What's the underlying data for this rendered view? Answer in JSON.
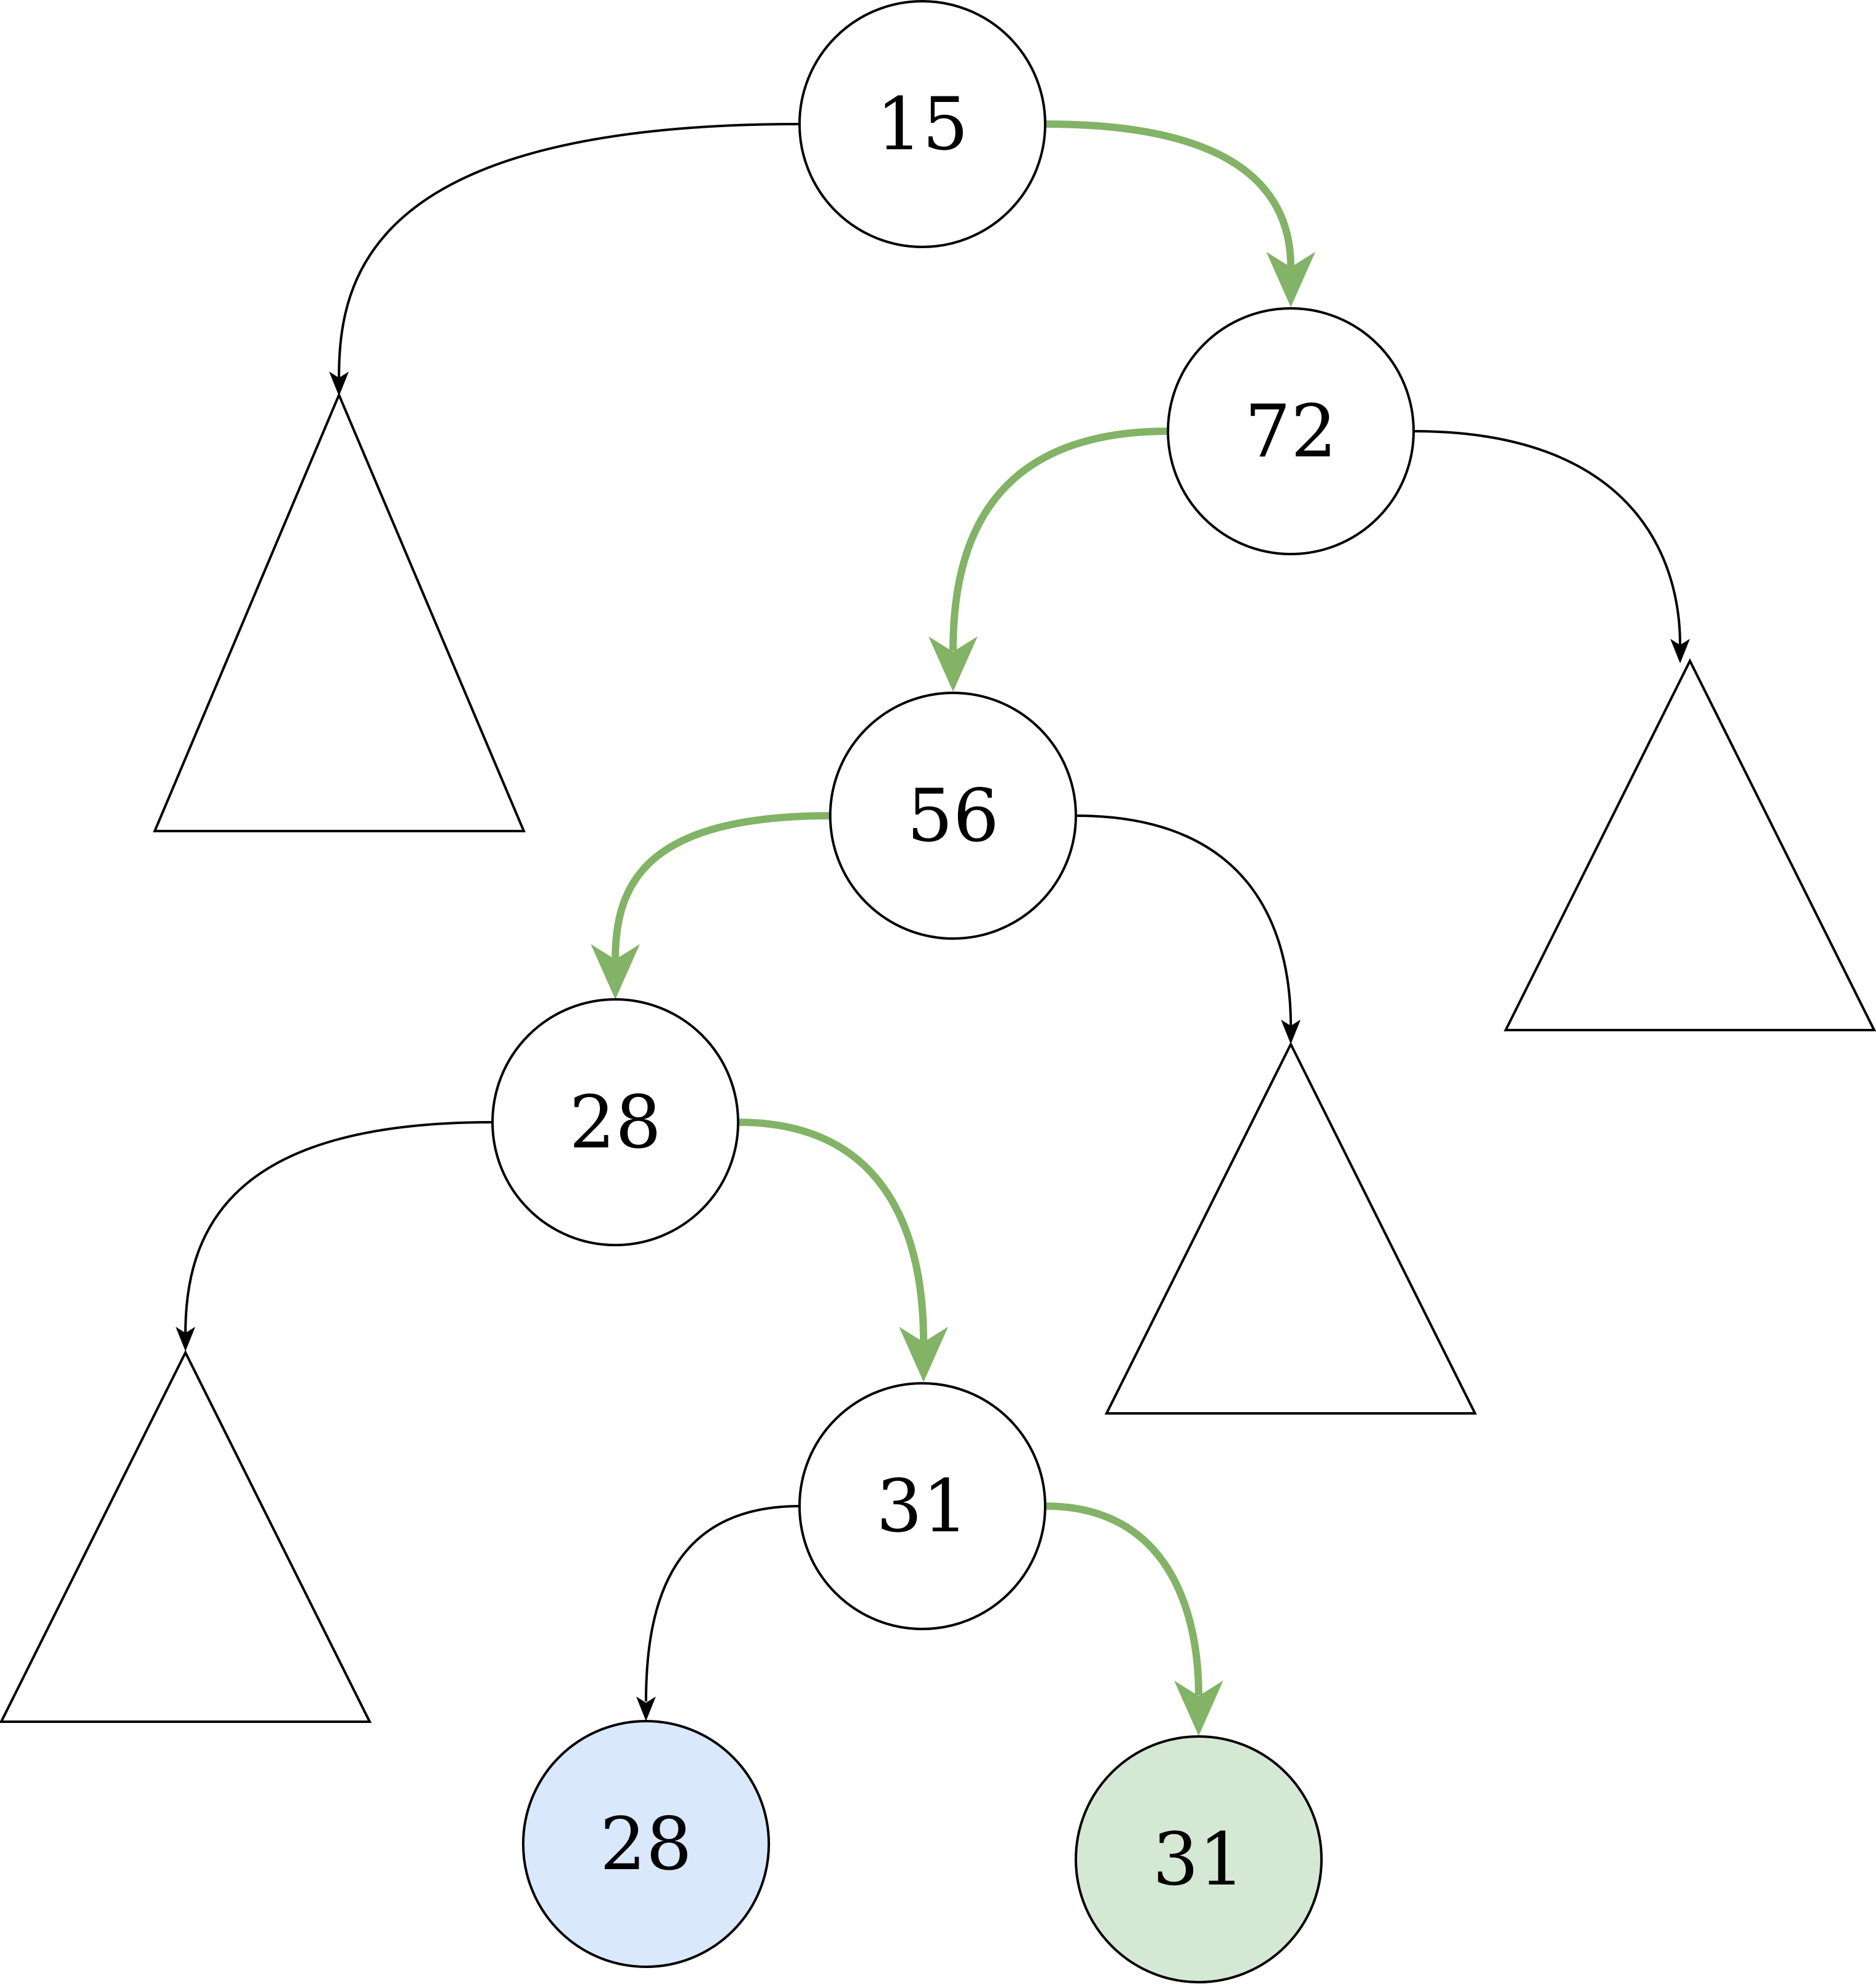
{
  "diagram": {
    "type": "binary-search-tree",
    "colors": {
      "path_edge": "#82b366",
      "node_default_fill": "#ffffff",
      "node_blue_fill": "#dae8fc",
      "node_green_fill": "#d5e8d4",
      "stroke": "#000000"
    },
    "nodes": [
      {
        "id": "n15",
        "label": "15",
        "fill": "default"
      },
      {
        "id": "n72",
        "label": "72",
        "fill": "default"
      },
      {
        "id": "n56",
        "label": "56",
        "fill": "default"
      },
      {
        "id": "n28",
        "label": "28",
        "fill": "default"
      },
      {
        "id": "n31",
        "label": "31",
        "fill": "default"
      },
      {
        "id": "n28b",
        "label": "28",
        "fill": "blue"
      },
      {
        "id": "n31b",
        "label": "31",
        "fill": "green"
      }
    ],
    "subtrees": [
      {
        "id": "t-15-left"
      },
      {
        "id": "t-72-right"
      },
      {
        "id": "t-56-right"
      },
      {
        "id": "t-28-left"
      }
    ],
    "edges": [
      {
        "from": "n15",
        "to": "t-15-left",
        "highlighted": false
      },
      {
        "from": "n15",
        "to": "n72",
        "highlighted": true
      },
      {
        "from": "n72",
        "to": "n56",
        "highlighted": true
      },
      {
        "from": "n72",
        "to": "t-72-right",
        "highlighted": false
      },
      {
        "from": "n56",
        "to": "n28",
        "highlighted": true
      },
      {
        "from": "n56",
        "to": "t-56-right",
        "highlighted": false
      },
      {
        "from": "n28",
        "to": "t-28-left",
        "highlighted": false
      },
      {
        "from": "n28",
        "to": "n31",
        "highlighted": true
      },
      {
        "from": "n31",
        "to": "n28b",
        "highlighted": false
      },
      {
        "from": "n31",
        "to": "n31b",
        "highlighted": true
      }
    ]
  }
}
